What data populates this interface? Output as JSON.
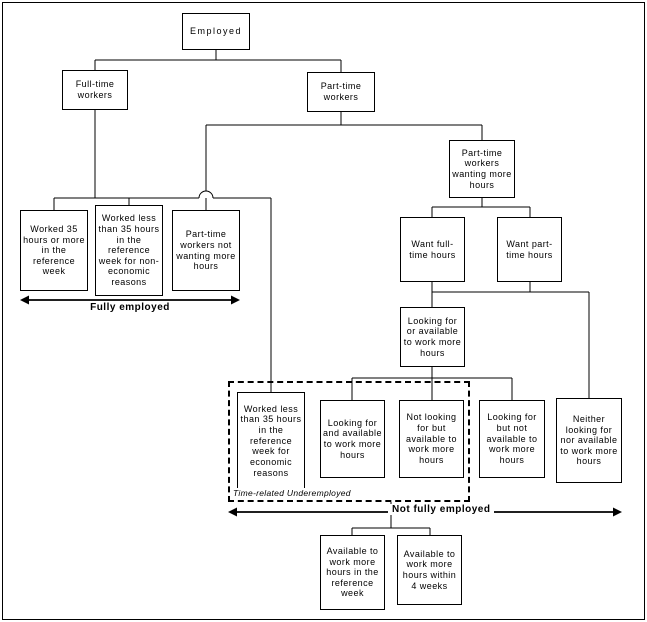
{
  "nodes": {
    "employed": {
      "label": "Employed"
    },
    "full_time_workers": {
      "label": "Full-time workers"
    },
    "part_time_workers": {
      "label": "Part-time workers"
    },
    "pt_wanting_more": {
      "label": "Part-time workers wanting more hours"
    },
    "worked_35_plus": {
      "label": "Worked 35 hours or more in the reference week"
    },
    "worked_less_non_economic": {
      "label": "Worked less than 35 hours in the reference week for non-economic reasons"
    },
    "pt_not_wanting": {
      "label": "Part-time workers not wanting more hours"
    },
    "want_full_time_hours": {
      "label": "Want full-time hours"
    },
    "want_part_time_hours": {
      "label": "Want part-time hours"
    },
    "looking_or_available": {
      "label": "Looking for or available to work more hours"
    },
    "worked_less_economic": {
      "label": "Worked less than 35 hours in the reference week for economic reasons"
    },
    "looking_and_available": {
      "label": "Looking for and available to work more hours"
    },
    "not_looking_but_available": {
      "label": "Not looking for but available to work more hours"
    },
    "looking_but_not_available": {
      "label": "Looking for but not available to work more hours"
    },
    "neither_looking_nor_available": {
      "label": "Neither looking for nor available to work more hours"
    },
    "available_reference_week": {
      "label": "Available to work more hours in the reference week"
    },
    "available_4_weeks": {
      "label": "Available to work more hours within 4 weeks"
    }
  },
  "annotations": {
    "fully_employed": {
      "label": "Fully employed"
    },
    "not_fully_employed": {
      "label": "Not fully employed"
    },
    "time_related_underemployed": {
      "label": "Time-related Underemployed"
    }
  },
  "colors": {
    "line": "#000000",
    "background": "#ffffff",
    "text": "#000000"
  }
}
